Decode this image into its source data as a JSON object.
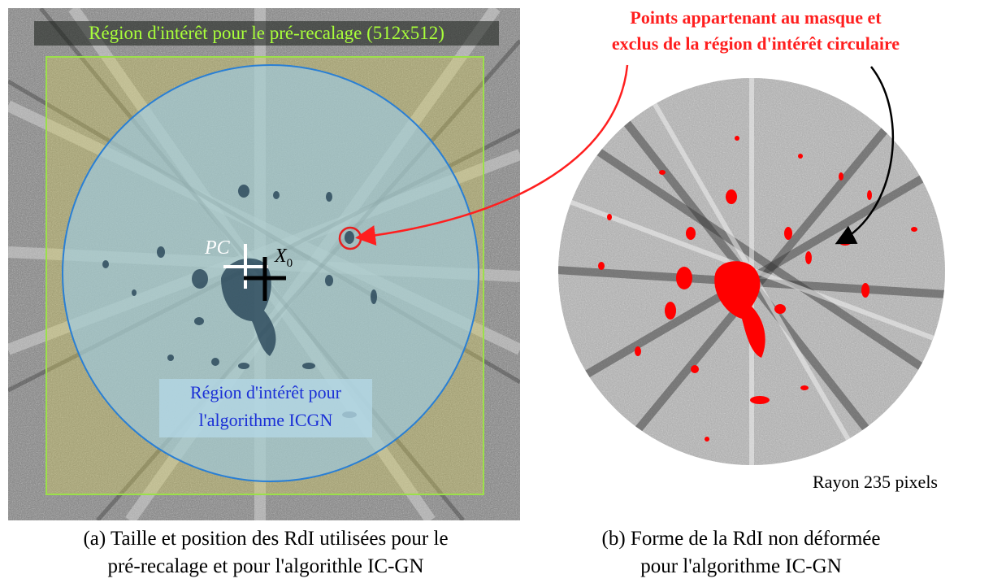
{
  "panel_a": {
    "top_label": "Région d'intérêt pour le pré-recalage (512x512)",
    "icgn_label_line1": "Région d'intérêt pour",
    "icgn_label_line2": "l'algorithme ICGN",
    "pc_label": "PC",
    "x0_label": "X",
    "x0_subscript": "0",
    "caption_line1": "(a) Taille et position des RdI utilisées pour le",
    "caption_line2": "pré-recalage et pour l'algorithle IC-GN"
  },
  "panel_b": {
    "annotation_line1": "Points appartenant au masque et",
    "annotation_line2": "exclus de la région d'intérêt circulaire",
    "radius_label": "Rayon 235 pixels",
    "caption_line1": "(b) Forme de la RdI non déformée",
    "caption_line2": "pour l'algorithme IC-GN"
  },
  "colors": {
    "square_outline": "#9be04a",
    "circle_outline": "#2a7fd4",
    "circle_fill": "#9ccbe6",
    "mask_red": "#ff0000",
    "label_green": "#a9ff3a",
    "label_blue": "#1a2fd6"
  }
}
